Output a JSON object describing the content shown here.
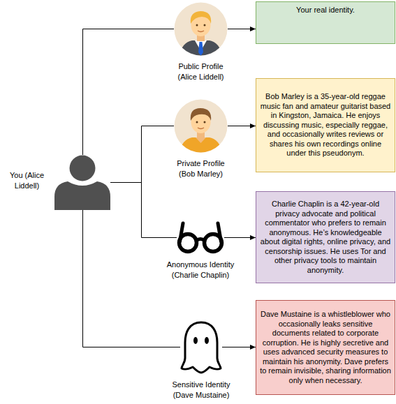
{
  "diagram": {
    "nodes": [
      {
        "text": [
          "You (Alice Liddell)"
        ]
      },
      {
        "text": [
          "Public Profile (Alice Liddell)"
        ]
      },
      {
        "text": [
          "Your real identity."
        ]
      },
      {
        "text": [
          "Private Profile (Bob Marley)"
        ]
      },
      {
        "text": [
          "Bob Marley is a 35-year-old reggae music fan and amateur guitarist based in Kingston, Jamaica. He enjoys discussing music, especially reggae, and occasionally writes reviews or shares his own recordings online under this pseudonym."
        ]
      },
      {
        "text": [
          "Anonymous Identity (Charlie Chaplin)"
        ]
      },
      {
        "text": [
          "Charlie Chaplin is a 42-year-old privacy advocate and political commentator who prefers to remain anonymous. He’s knowledgeable about digital rights, online privacy, and censorship issues. He uses Tor and other privacy tools to maintain anonymity."
        ]
      },
      {
        "text": [
          "Sensitive Identity (Dave Mustaine)"
        ]
      },
      {
        "text": [
          "Dave Mustaine is a whistleblower who occasionally leaks sensitive documents related to corporate corruption. He is highly secretive and uses advanced security measures to maintain his anonymity. Dave prefers to remain invisible, sharing information only when necessary."
        ]
      }
    ],
    "edges": [
      {
        "from": 0,
        "to": 1,
        "arrow": "none"
      },
      {
        "from": 1,
        "to": 2,
        "arrow": "to"
      },
      {
        "from": 0,
        "to": 3,
        "arrow": "none"
      },
      {
        "from": 3,
        "to": 4,
        "arrow": "to"
      },
      {
        "from": 0,
        "to": 5,
        "arrow": "none"
      },
      {
        "from": 5,
        "to": 6,
        "arrow": "to"
      },
      {
        "from": 0,
        "to": 7,
        "arrow": "none"
      },
      {
        "from": 7,
        "to": 8,
        "arrow": "to"
      }
    ]
  }
}
